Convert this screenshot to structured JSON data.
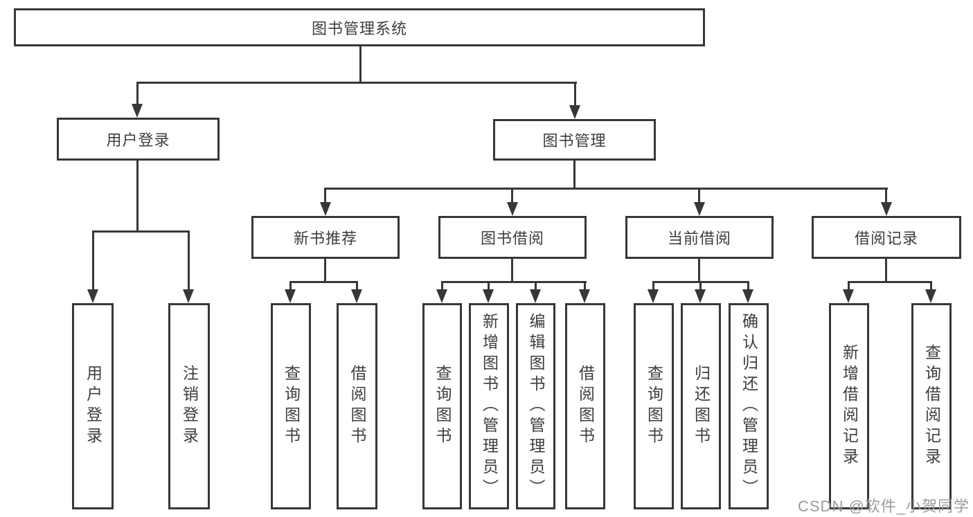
{
  "tree": {
    "root": {
      "label": "图书管理系统"
    },
    "branches": [
      {
        "label": "用户登录",
        "leaves": [
          "用户登录",
          "注销登录"
        ]
      },
      {
        "label": "图书管理",
        "groups": [
          {
            "label": "新书推荐",
            "leaves": [
              "查询图书",
              "借阅图书"
            ]
          },
          {
            "label": "图书借阅",
            "leaves": [
              "查询图书",
              "新增图书（管理员）",
              "编辑图书（管理员）",
              "借阅图书"
            ]
          },
          {
            "label": "当前借阅",
            "leaves": [
              "查询图书",
              "归还图书",
              "确认归还（管理员）"
            ]
          },
          {
            "label": "借阅记录",
            "leaves": [
              "新增借阅记录",
              "查询借阅记录"
            ]
          }
        ]
      }
    ]
  },
  "watermark": {
    "text": "CSDN @软件_小贺同学"
  },
  "colors": {
    "line": "#373737",
    "text": "#3d3d3d",
    "watermark": "#9b9b9b",
    "background": "#ffffff"
  }
}
